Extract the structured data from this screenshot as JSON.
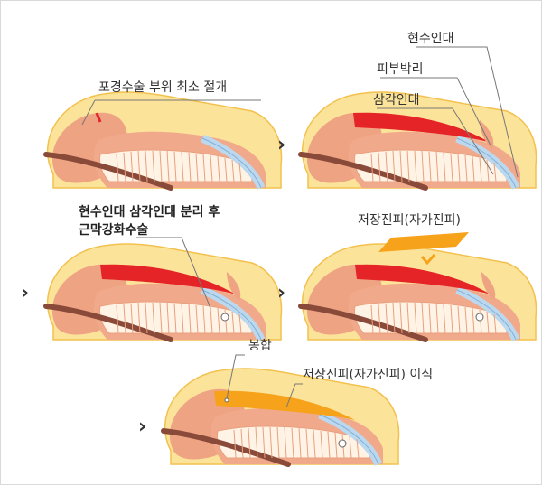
{
  "colors": {
    "skin": "#FCE39A",
    "skin_outline": "#F2C14E",
    "glans": "#EEA383",
    "tissue": "#F1A98B",
    "urethra": "#8A4A3A",
    "inner_stripe": "#FFF3E6",
    "dermal": "#E52428",
    "vessel": "#BCD8EE",
    "graft": "#F7A21B",
    "leader": "#777777"
  },
  "arrow_glyph": "›",
  "labels": {
    "panel1": {
      "incision": "포경수술 부위 최소 절개"
    },
    "panel2": {
      "suspensory": "현수인대",
      "skin_detach": "피부박리",
      "triangular": "삼각인대"
    },
    "panel3": {
      "line1": "현수인대 삼각인대 분리 후",
      "line2": "근막강화수술"
    },
    "panel4": {
      "graft": "저장진피(자가진피)"
    },
    "panel5": {
      "suture": "봉합",
      "graft_transplant": "저장진피(자가진피) 이식"
    }
  }
}
